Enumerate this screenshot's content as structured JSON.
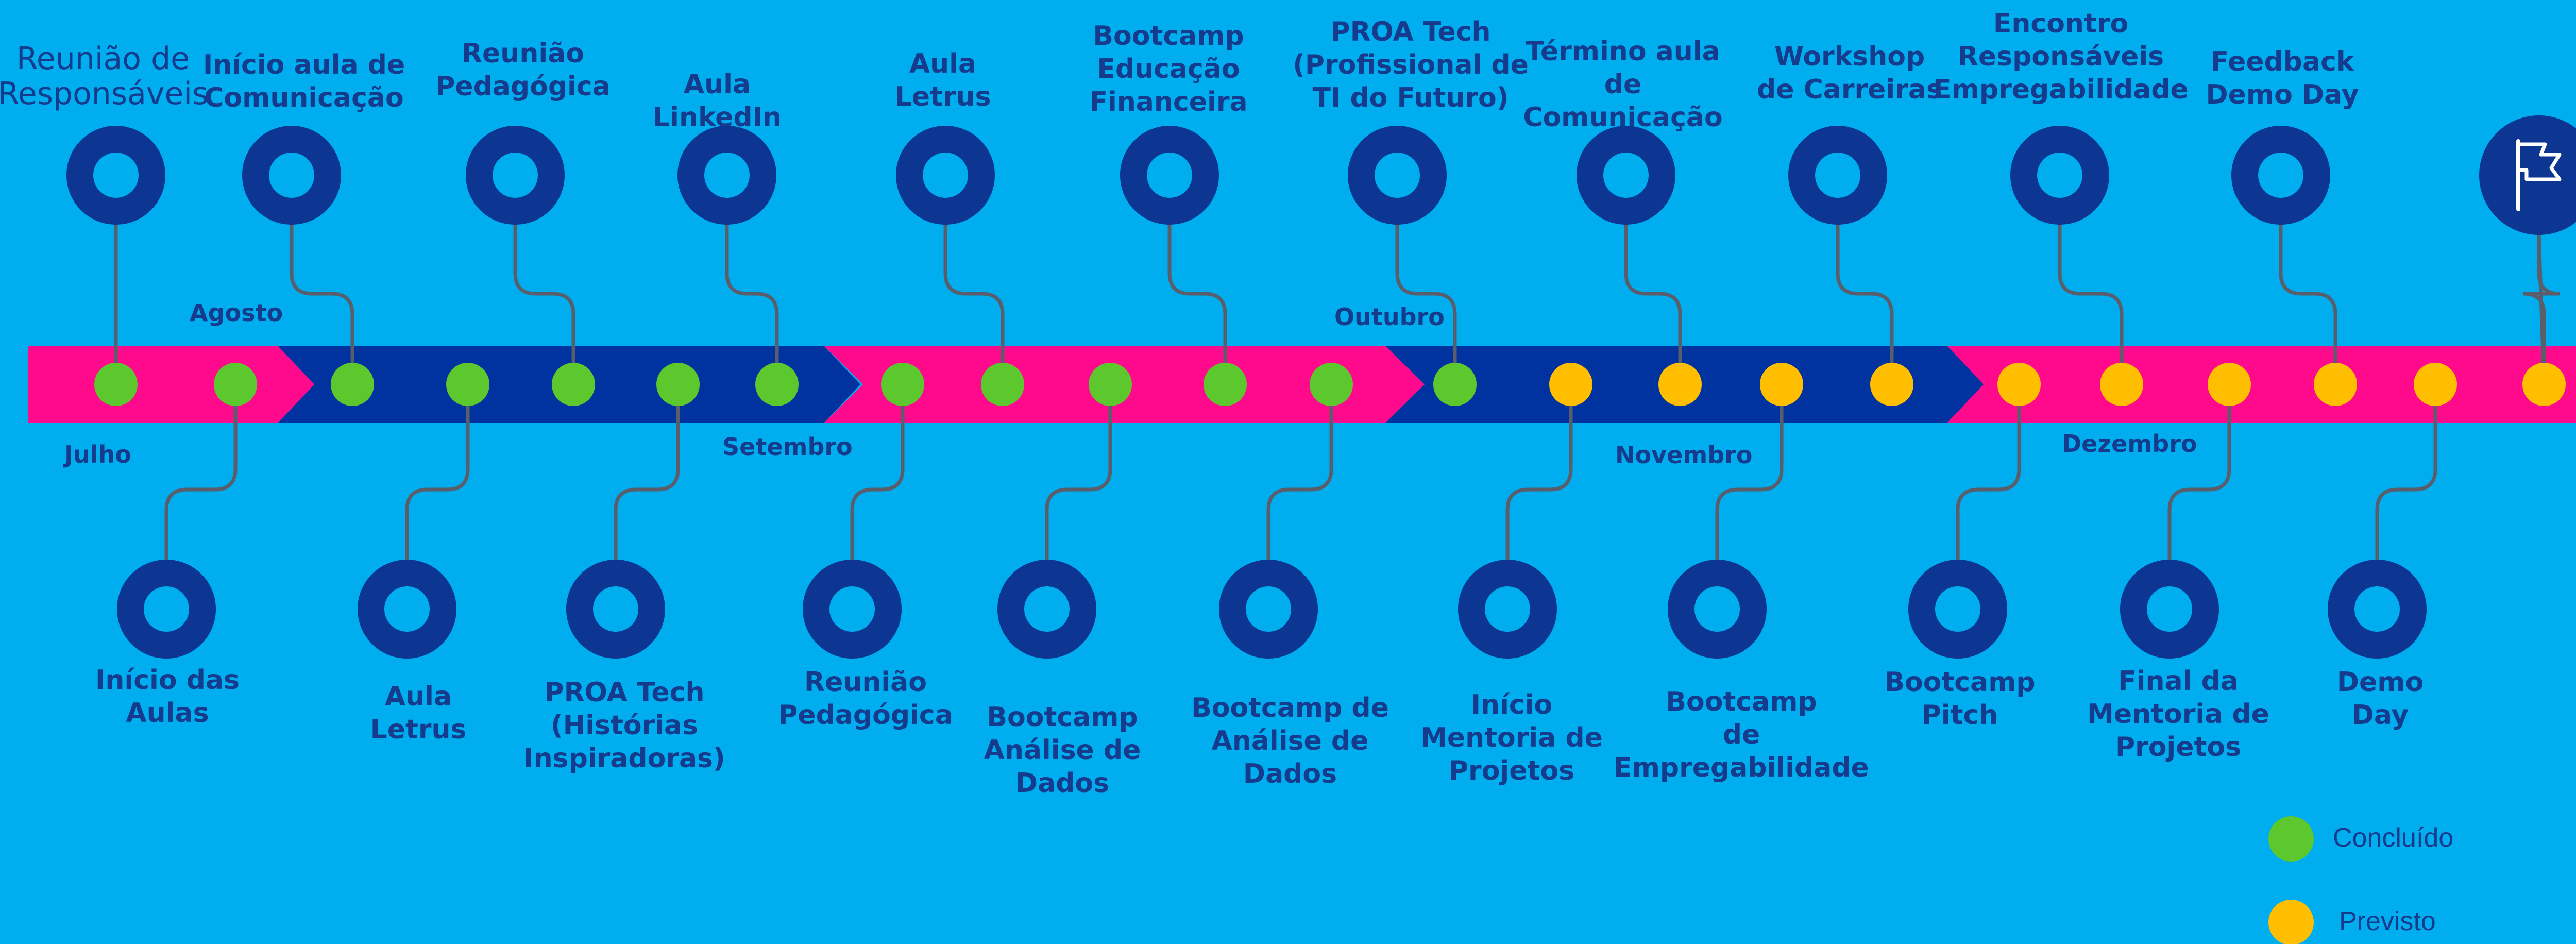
{
  "colors": {
    "background": "#00adef",
    "ring": "#0d3692",
    "band_pink": "#ff0a8c",
    "band_navy": "#0033a0",
    "done": "#5dc72e",
    "planned": "#ffbf00",
    "stem": "#5a5e6b",
    "text": "#163a8c"
  },
  "months": [
    "Julho",
    "Agosto",
    "Setembro",
    "Outubro",
    "Novembro",
    "Dezembro"
  ],
  "top_events": [
    {
      "label": "Reunião de\nResponsáveis",
      "status": "Concluído"
    },
    {
      "label": "Início aula de\nComunicação",
      "status": "Concluído"
    },
    {
      "label": "Reunião\nPedagógica",
      "status": "Concluído"
    },
    {
      "label": "Aula\nLinkedIn",
      "status": "Concluído"
    },
    {
      "label": "Aula\nLetrus",
      "status": "Concluído"
    },
    {
      "label": "Bootcamp\nEducação\nFinanceira",
      "status": "Concluído"
    },
    {
      "label": "PROA Tech\n(Profissional de\nTI do Futuro)",
      "status": "Concluído"
    },
    {
      "label": "Término aula\nde\nComunicação",
      "status": "Previsto"
    },
    {
      "label": "Workshop\nde Carreiras",
      "status": "Previsto"
    },
    {
      "label": "Encontro\nResponsáveis\nEmpregabilidade",
      "status": "Previsto"
    },
    {
      "label": "Feedback\nDemo Day",
      "status": "Previsto"
    },
    {
      "label": "",
      "status": "Previsto"
    }
  ],
  "bottom_events": [
    {
      "label": "Início das\nAulas",
      "status": "Concluído"
    },
    {
      "label": "Aula\nLetrus",
      "status": "Concluído"
    },
    {
      "label": "PROA Tech\n(Histórias\nInspiradoras)",
      "status": "Concluído"
    },
    {
      "label": "Reunião\nPedagógica",
      "status": "Concluído"
    },
    {
      "label": "Bootcamp\nAnálise de\nDados",
      "status": "Concluído"
    },
    {
      "label": "Bootcamp de\nAnálise de\nDados",
      "status": "Concluído"
    },
    {
      "label": "Início\nMentoria de\nProjetos",
      "status": "Previsto"
    },
    {
      "label": "Bootcamp\nde\nEmpregabilidade",
      "status": "Previsto"
    },
    {
      "label": "Bootcamp\nPitch",
      "status": "Previsto"
    },
    {
      "label": "Final da\nMentoria de\nProjetos",
      "status": "Previsto"
    },
    {
      "label": "Demo\nDay",
      "status": "Previsto"
    }
  ],
  "end_marker_icon": "flag-icon",
  "legend": [
    {
      "label": "Concluído",
      "status": "Concluído"
    },
    {
      "label": "Previsto",
      "status": "Previsto"
    }
  ]
}
